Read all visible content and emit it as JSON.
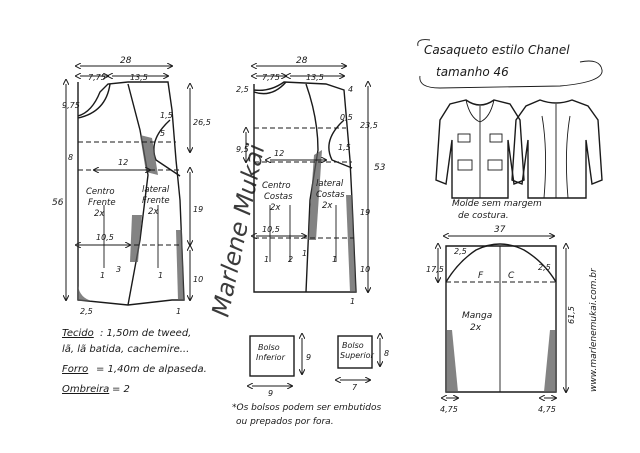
{
  "title": {
    "line1": "Casaqueto estilo Chanel",
    "line2": "tamanho 46"
  },
  "front": {
    "label_lines": [
      "Centro",
      "Frente",
      "2x"
    ],
    "side_lines": [
      "lateral",
      "Frente",
      "2x"
    ],
    "m_width": "28",
    "m_7_75": "7,75",
    "m_13_5": "13,5",
    "m_9_75": "9,75",
    "m_26_5": "26,5",
    "m_1_5": "1,5",
    "m_5": "5",
    "m_8": "8",
    "m_12": "12",
    "m_56": "56",
    "m_19": "19",
    "m_10_5": "10,5",
    "m_10": "10",
    "m_1": "1",
    "m_3": "3",
    "m_1b": "1",
    "m_2_5": "2,5",
    "m_1c": "1"
  },
  "back": {
    "label_lines": [
      "Centro",
      "Costas",
      "2x"
    ],
    "side_lines": [
      "lateral",
      "Costas",
      "2x"
    ],
    "m_width": "28",
    "m_7_75": "7,75",
    "m_13_5": "13,5",
    "m_2_5": "2,5",
    "m_4": "4",
    "m_0_5": "0,5",
    "m_23_5": "23,5",
    "m_9_5": "9,5",
    "m_12": "12",
    "m_53": "53",
    "m_1_5": "1,5",
    "m_19": "19",
    "m_10_5": "10,5",
    "m_10": "10",
    "m_1": "1",
    "m_2": "2",
    "m_1b": "1",
    "m_1c": "1",
    "m_1d": "1"
  },
  "signature": "Marlene Mukai",
  "mold_note": [
    "Molde sem margem",
    "de costura."
  ],
  "sleeve": {
    "m_37": "37",
    "m_2_5a": "2,5",
    "m_2_5b": "2,5",
    "m_17_5": "17,5",
    "f": "F",
    "c": "C",
    "label_lines": [
      "Manga",
      "2x"
    ],
    "m_61_5": "61,5",
    "m_4_75a": "4,75",
    "m_4_75b": "4,75"
  },
  "website": "www.marlenemukai.com.br",
  "materials": {
    "tecido_label": "Tecido",
    "tecido_line1": ": 1,50m de tweed,",
    "tecido_line2": "lã, lã batida, cachemire...",
    "forro_label": "Forro",
    "forro_text": "= 1,40m de alpaseda.",
    "ombreira_label": "Ombreira",
    "ombreira_text": "= 2"
  },
  "pocket_inferior": {
    "lines": [
      "Bolso",
      "Inferior"
    ],
    "w": "9",
    "h": "9"
  },
  "pocket_superior": {
    "lines": [
      "Bolso",
      "Superior"
    ],
    "w": "7",
    "h": "8"
  },
  "pocket_note": [
    "*Os bolsos  podem  ser  embutidos",
    "ou  prepados  por  fora."
  ]
}
